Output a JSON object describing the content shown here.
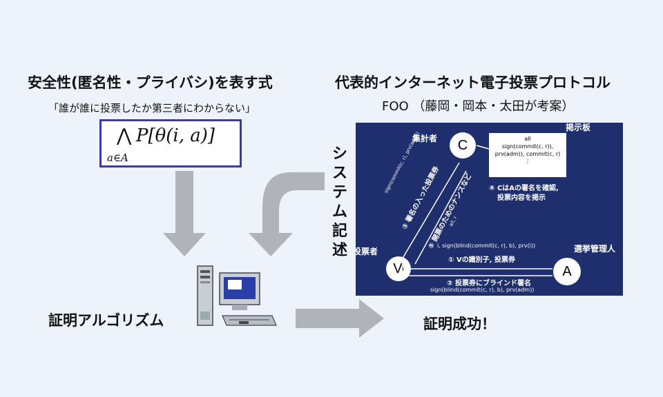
{
  "left": {
    "title": "安全性(匿名性・プライバシ)を表す式",
    "quote": "「誰が誰に投票したか第三者にわからない」",
    "formula_main": "P[θ(i, a)]",
    "formula_operator": "⋀",
    "formula_subscript": "a∈A",
    "algorithm_label": "証明アルゴリズム"
  },
  "right": {
    "title": "代表的インターネット電子投票プロトコル",
    "subtitle": "FOO （藤岡・岡本・太田が考案）",
    "system_label": "システム記述",
    "success_label": "証明成功！"
  },
  "protocol": {
    "board_title": "掲示板",
    "counter_label": "集計者",
    "voter_label": "投票者",
    "admin_label": "選挙管理人",
    "node_c": "C",
    "node_v": "V",
    "node_v_sub": "i",
    "node_a": "A",
    "board_lines": [
      "all",
      "sign(commit(c, r)),",
      "prv(adm)), commit(c, r)",
      "⋮"
    ],
    "step4": "④ CはAの署名を確認,",
    "step4b": "投票内容を掲示",
    "msg_sign": "sign(commit(c, r), prv(adm))",
    "step3": "③ 署名の入った投票券",
    "step5": "⑤ 開票のためのナンスなど",
    "msg_all": "all, r",
    "msg_i_sign": "i, sign(blind(commit(c, r), b), prv(i))",
    "step1": "① Vの識別子, 投票券",
    "step2": "② 投票券にブラインド署名",
    "msg_bottom": "sign(blind(commit(c, r), b), prv(adm))"
  },
  "colors": {
    "panel": "#1f2f6d",
    "arrow_gray": "#b0b3b9",
    "box_border": "#3a3aa0"
  }
}
